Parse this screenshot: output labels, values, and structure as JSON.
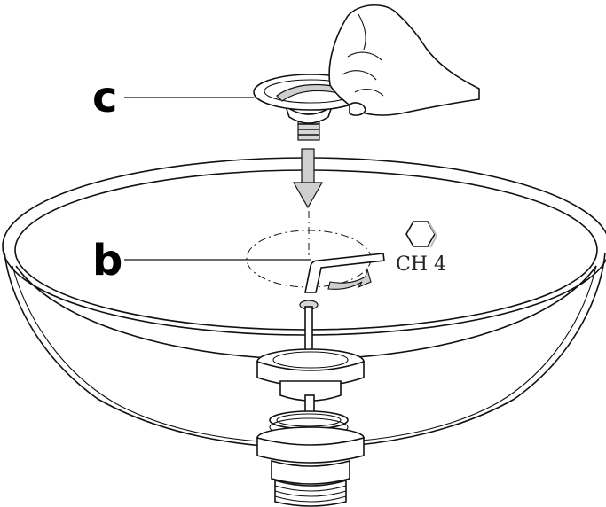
{
  "callouts": {
    "c": "c",
    "b": "b"
  },
  "tool": {
    "label": "CH 4",
    "icon": "hex-key-icon"
  },
  "colors": {
    "ink": "#111111",
    "arrow_fill": "#cfcfcf",
    "background": "#ffffff"
  }
}
